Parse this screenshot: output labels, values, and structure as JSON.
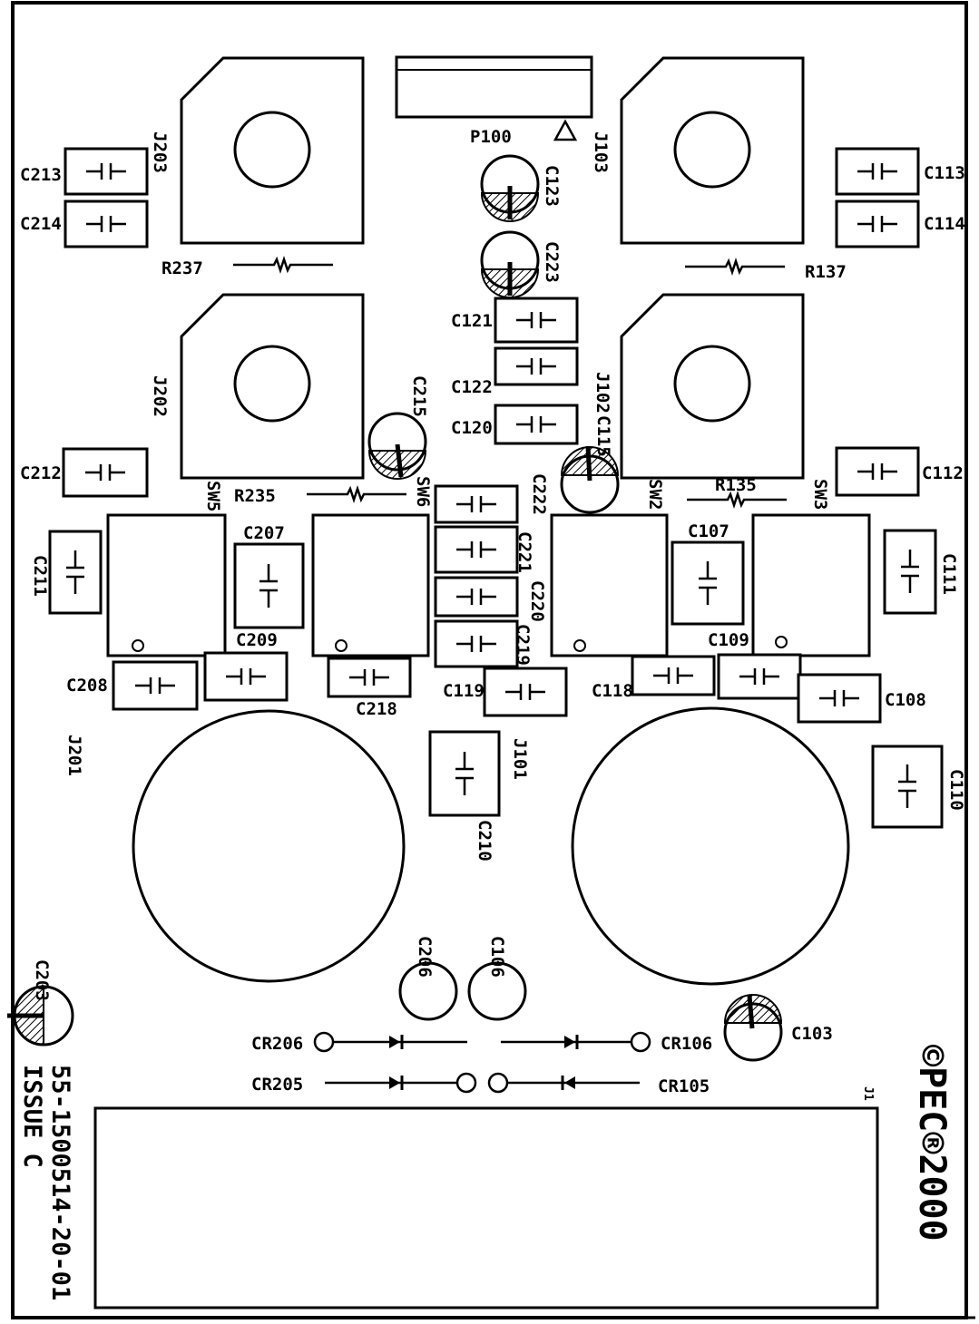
{
  "board": {
    "part_number": "55-1500514-20-01",
    "issue": "ISSUE C",
    "copyright": "©PEC®2000"
  },
  "components": {
    "j203": "J203",
    "j103": "J103",
    "j202": "J202",
    "j102": "J102",
    "j201": "J201",
    "j101": "J101",
    "j1": "J1",
    "p100": "P100",
    "c213": "C213",
    "c214": "C214",
    "c113": "C113",
    "c114": "C114",
    "c123": "C123",
    "c223": "C223",
    "r237": "R237",
    "r137": "R137",
    "r235": "R235",
    "r135": "R135",
    "c121": "C121",
    "c122": "C122",
    "c120": "C120",
    "c215": "C215",
    "c115": "C115",
    "c212": "C212",
    "c112": "C112",
    "sw5": "SW5",
    "sw6": "SW6",
    "sw2": "SW2",
    "sw3": "SW3",
    "c222": "C222",
    "c221": "C221",
    "c220": "C220",
    "c219": "C219",
    "c207": "C207",
    "c107": "C107",
    "c211": "C211",
    "c111": "C111",
    "c209": "C209",
    "c109": "C109",
    "c208": "C208",
    "c218": "C218",
    "c119": "C119",
    "c118": "C118",
    "c108": "C108",
    "c110": "C110",
    "c210": "C210",
    "c203": "C203",
    "c206": "C206",
    "c106": "C106",
    "c103": "C103",
    "cr206": "CR206",
    "cr106": "CR106",
    "cr205": "CR205",
    "cr105": "CR105"
  }
}
